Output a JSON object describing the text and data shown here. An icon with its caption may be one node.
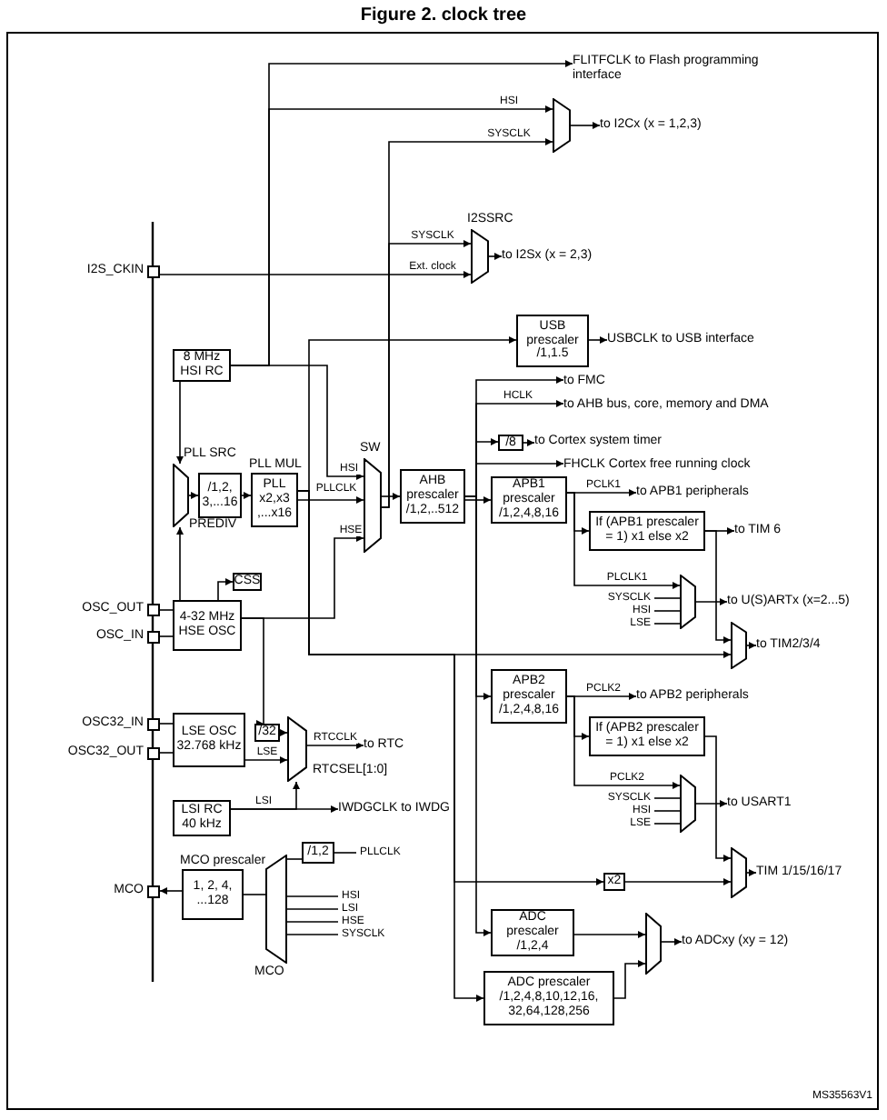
{
  "diagram": {
    "title": "Figure 2. clock tree",
    "nodes": [
      {
        "text": [
          "I2S_CKIN"
        ]
      },
      {
        "text": [
          "OSC_OUT"
        ]
      },
      {
        "text": [
          "OSC_IN"
        ]
      },
      {
        "text": [
          "OSC32_IN"
        ]
      },
      {
        "text": [
          "OSC32_OUT"
        ]
      },
      {
        "text": [
          "MCO"
        ]
      },
      {
        "text": [
          "8 MHz HSI RC"
        ]
      },
      {
        "text": [
          "4-32 MHz HSE OSC"
        ]
      },
      {
        "text": [
          "LSE OSC 32.768 kHz"
        ]
      },
      {
        "text": [
          "LSI RC 40 kHz"
        ]
      },
      {
        "text": [
          "PLL SRC"
        ]
      },
      {
        "text": [
          "/1,2, 3,...16"
        ],
        "beside": [
          "PREDIV"
        ]
      },
      {
        "text": [
          "PLL MUL",
          "PLL x2,x3 ,...x16"
        ]
      },
      {
        "text": [
          "SW"
        ]
      },
      {
        "text": [
          "CSS"
        ]
      },
      {
        "text": [
          "AHB prescaler /1,2,..512"
        ]
      },
      {
        "text": [
          "/8"
        ]
      },
      {
        "text": [
          "APB1 prescaler /1,2,4,8,16"
        ]
      },
      {
        "text": [
          "If (APB1 prescaler = 1) x1 else x2"
        ]
      },
      {
        "text": [],
        "shape": "trapezoid"
      },
      {
        "text": [],
        "shape": "trapezoid"
      },
      {
        "text": [
          "APB2 prescaler /1,2,4,8,16"
        ]
      },
      {
        "text": [
          "If (APB2 prescaler = 1) x1 else x2"
        ]
      },
      {
        "text": [],
        "shape": "trapezoid"
      },
      {
        "text": [
          "x2"
        ]
      },
      {
        "text": [],
        "shape": "trapezoid"
      },
      {
        "text": [
          "ADC prescaler /1,2,4"
        ]
      },
      {
        "text": [
          "ADC prescaler /1,2,4,8,10,12,16, 32,64,128,256"
        ]
      },
      {
        "text": [],
        "shape": "trapezoid"
      },
      {
        "text": [
          "USB prescaler /1,1.5"
        ]
      },
      {
        "text": [],
        "shape": "trapezoid"
      },
      {
        "text": [
          "I2SSRC"
        ]
      },
      {
        "text": [
          "/32"
        ]
      },
      {
        "text": [
          "RTCSEL[1:0]"
        ]
      },
      {
        "text": [
          "MCO"
        ]
      },
      {
        "text": [
          "MCO prescaler",
          "1, 2, 4, ...128"
        ]
      },
      {
        "text": [
          "/1,2"
        ]
      },
      {
        "text": [
          "FLITFCLK to Flash programming interface"
        ]
      },
      {
        "text": [
          "to I2Cx (x = 1,2,3)"
        ]
      },
      {
        "text": [
          "to I2Sx (x = 2,3)"
        ]
      },
      {
        "text": [
          "USBCLK to USB interface"
        ]
      },
      {
        "text": [
          "to FMC"
        ]
      },
      {
        "text": [
          "to AHB bus, core, memory and DMA"
        ]
      },
      {
        "text": [
          "to Cortex system timer"
        ]
      },
      {
        "text": [
          "FHCLK Cortex free running clock"
        ]
      },
      {
        "text": [
          "to APB1 peripherals"
        ]
      },
      {
        "text": [
          "to TIM 6"
        ]
      },
      {
        "text": [
          "to U(S)ARTx (x=2...5)"
        ]
      },
      {
        "text": [
          "to TIM2/3/4"
        ]
      },
      {
        "text": [
          "to APB2 peripherals"
        ]
      },
      {
        "text": [
          "to USART1"
        ]
      },
      {
        "text": [
          "TIM 1/15/16/17"
        ]
      },
      {
        "text": [
          "to ADCxy (xy = 12)"
        ]
      },
      {
        "text": [
          "to RTC"
        ]
      },
      {
        "text": [
          "IWDGCLK to IWDG"
        ]
      }
    ],
    "edges": [
      {
        "from": 6,
        "to": 37,
        "arrow": "to"
      },
      {
        "from": 6,
        "to": 30,
        "arrow": "to",
        "label": "HSI"
      },
      {
        "from": 13,
        "to": 30,
        "arrow": "to",
        "label": "SYSCLK"
      },
      {
        "from": 30,
        "to": 38,
        "arrow": "to"
      },
      {
        "from": 13,
        "to": 31,
        "arrow": "to",
        "label": "SYSCLK"
      },
      {
        "from": 0,
        "to": 31,
        "arrow": "to",
        "label": "Ext. clock"
      },
      {
        "from": 31,
        "to": 39,
        "arrow": "to"
      },
      {
        "from": 12,
        "to": 29,
        "arrow": "to"
      },
      {
        "from": 29,
        "to": 40,
        "arrow": "to"
      },
      {
        "from": 1,
        "to": 7,
        "arrow": "none"
      },
      {
        "from": 2,
        "to": 7,
        "arrow": "none"
      },
      {
        "from": 3,
        "to": 8,
        "arrow": "none"
      },
      {
        "from": 4,
        "to": 8,
        "arrow": "none"
      },
      {
        "from": 6,
        "to": 10,
        "arrow": "to"
      },
      {
        "from": 7,
        "to": 10,
        "arrow": "to"
      },
      {
        "from": 10,
        "to": 11,
        "arrow": "to"
      },
      {
        "from": 11,
        "to": 12,
        "arrow": "to"
      },
      {
        "from": 12,
        "to": 13,
        "arrow": "to",
        "label": "PLLCLK"
      },
      {
        "from": 6,
        "to": 13,
        "arrow": "to",
        "label": "HSI"
      },
      {
        "from": 7,
        "to": 13,
        "arrow": "to",
        "label": "HSE"
      },
      {
        "from": 7,
        "to": 14,
        "arrow": "to"
      },
      {
        "from": 13,
        "to": 15,
        "arrow": "to"
      },
      {
        "from": 15,
        "to": 41,
        "arrow": "to"
      },
      {
        "from": 15,
        "to": 42,
        "arrow": "to",
        "label": "HCLK"
      },
      {
        "from": 15,
        "to": 16,
        "arrow": "to"
      },
      {
        "from": 16,
        "to": 43,
        "arrow": "to"
      },
      {
        "from": 15,
        "to": 44,
        "arrow": "to"
      },
      {
        "from": 15,
        "to": 17,
        "arrow": "to"
      },
      {
        "from": 17,
        "to": 45,
        "arrow": "to",
        "label": "PCLK1"
      },
      {
        "from": 17,
        "to": 18,
        "arrow": "to"
      },
      {
        "from": 18,
        "to": 46,
        "arrow": "to"
      },
      {
        "from": 17,
        "to": 19,
        "arrow": "to",
        "label": "PLCLK1"
      },
      {
        "from": null,
        "to": 19,
        "arrow": "none",
        "label": "SYSCLK"
      },
      {
        "from": null,
        "to": 19,
        "arrow": "none",
        "label": "HSI"
      },
      {
        "from": null,
        "to": 19,
        "arrow": "none",
        "label": "LSE"
      },
      {
        "from": 19,
        "to": 47,
        "arrow": "to"
      },
      {
        "from": 18,
        "to": 20,
        "arrow": "to"
      },
      {
        "from": 12,
        "to": 20,
        "arrow": "to"
      },
      {
        "from": 20,
        "to": 48,
        "arrow": "to"
      },
      {
        "from": 15,
        "to": 21,
        "arrow": "to"
      },
      {
        "from": 21,
        "to": 49,
        "arrow": "to",
        "label": "PCLK2"
      },
      {
        "from": 21,
        "to": 22,
        "arrow": "to"
      },
      {
        "from": 21,
        "to": 23,
        "arrow": "to",
        "label": "PCLK2"
      },
      {
        "from": null,
        "to": 23,
        "arrow": "none",
        "label": "SYSCLK"
      },
      {
        "from": null,
        "to": 23,
        "arrow": "none",
        "label": "HSI"
      },
      {
        "from": null,
        "to": 23,
        "arrow": "none",
        "label": "LSE"
      },
      {
        "from": 23,
        "to": 50,
        "arrow": "to"
      },
      {
        "from": 22,
        "to": 25,
        "arrow": "to"
      },
      {
        "from": 12,
        "to": 24,
        "arrow": "to"
      },
      {
        "from": 24,
        "to": 25,
        "arrow": "to"
      },
      {
        "from": 25,
        "to": 51,
        "arrow": "to"
      },
      {
        "from": 15,
        "to": 26,
        "arrow": "to"
      },
      {
        "from": 12,
        "to": 27,
        "arrow": "to"
      },
      {
        "from": 26,
        "to": 28,
        "arrow": "to"
      },
      {
        "from": 27,
        "to": 28,
        "arrow": "to"
      },
      {
        "from": 28,
        "to": 52,
        "arrow": "to"
      },
      {
        "from": 7,
        "to": 32,
        "arrow": "to"
      },
      {
        "from": 32,
        "to": 33,
        "arrow": "to"
      },
      {
        "from": 8,
        "to": 33,
        "arrow": "to",
        "label": "LSE"
      },
      {
        "from": 9,
        "to": 33,
        "arrow": "to"
      },
      {
        "from": 33,
        "to": 53,
        "arrow": "to",
        "label": "RTCCLK"
      },
      {
        "from": 9,
        "to": 54,
        "arrow": "to",
        "label": "LSI"
      },
      {
        "from": 36,
        "to": 34,
        "arrow": "none"
      },
      {
        "from": null,
        "to": 36,
        "arrow": "none",
        "label": "PLLCLK"
      },
      {
        "from": null,
        "to": 34,
        "arrow": "none",
        "label": "HSI"
      },
      {
        "from": null,
        "to": 34,
        "arrow": "none",
        "label": "LSI"
      },
      {
        "from": null,
        "to": 34,
        "arrow": "none",
        "label": "HSE"
      },
      {
        "from": null,
        "to": 34,
        "arrow": "none",
        "label": "SYSCLK"
      },
      {
        "from": 34,
        "to": 35,
        "arrow": "none"
      },
      {
        "from": 35,
        "to": 5,
        "arrow": "to"
      }
    ],
    "labels": [
      "MS35563V1"
    ]
  }
}
